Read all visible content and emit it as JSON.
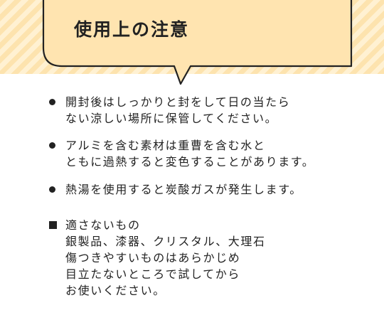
{
  "header": {
    "title": "使用上の注意"
  },
  "notes": [
    {
      "bullet": "circle",
      "lines": [
        "開封後はしっかりと封をして日の当たら",
        "ない涼しい場所に保管してください。"
      ]
    },
    {
      "bullet": "circle",
      "lines": [
        "アルミを含む素材は重曹を含む水と",
        "ともに過熱すると変色することがあります。"
      ]
    },
    {
      "bullet": "circle",
      "lines": [
        "熱湯を使用すると炭酸ガスが発生します。"
      ]
    },
    {
      "bullet": "square",
      "lines": [
        "適さないもの",
        "銀製品、漆器、クリスタル、大理石",
        "傷つきやすいものはあらかじめ",
        "目立たないところで試してから",
        "お使いください。"
      ]
    }
  ],
  "colors": {
    "header_fill": "#ffe9bd",
    "stripe_dark": "#fde3ae",
    "stripe_light": "#fff1d2",
    "text": "#222222"
  }
}
